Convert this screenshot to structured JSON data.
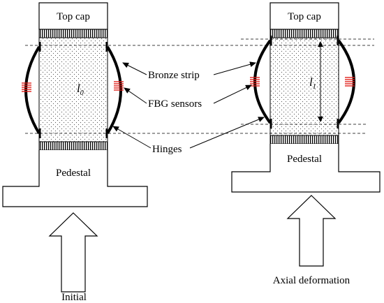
{
  "labels": {
    "top_cap": "Top cap",
    "pedestal": "Pedestal",
    "bronze_strip": "Bronze strip",
    "fbg_sensors": "FBG sensors",
    "hinges": "Hinges",
    "initial": "Initial",
    "axial_deformation": "Axial deformation",
    "length_initial_symbol": "l",
    "length_initial_subscript": "0",
    "length_deformed_symbol": "l",
    "length_deformed_subscript": "1"
  },
  "colors": {
    "line": "#000000",
    "fbg": "#e0201a",
    "soil_dot": "#555555",
    "background": "#ffffff"
  },
  "icons": {
    "loading_arrow": "hollow-up-arrow-icon",
    "sensor": "fbg-sensor-icon"
  }
}
